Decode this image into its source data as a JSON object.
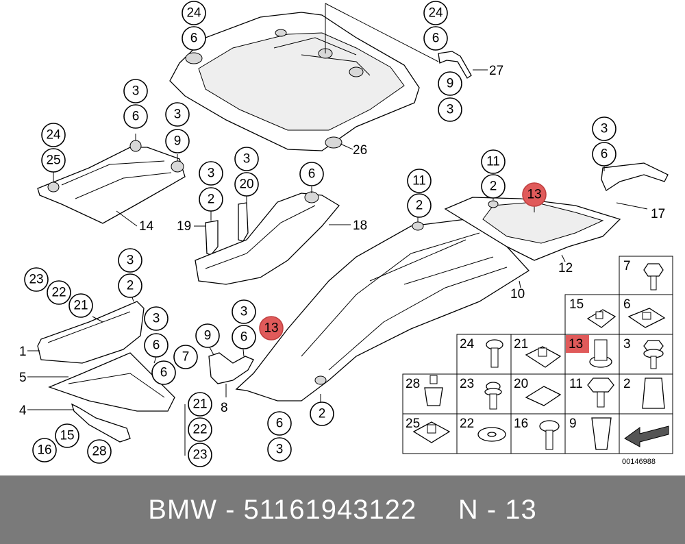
{
  "diagram": {
    "callouts": {
      "c24_top": "24",
      "c6_top": "6",
      "c24_r": "24",
      "c6_r": "6",
      "c9_r": "9",
      "c3_r": "3",
      "c27": "27",
      "c26": "26",
      "c3_a": "3",
      "c6_a": "6",
      "c3_b": "3",
      "c9_b": "9",
      "c24_l": "24",
      "c25_l": "25",
      "c14": "14",
      "c3_c": "3",
      "c2_c": "2",
      "c19": "19",
      "c3_d": "3",
      "c20": "20",
      "c6_e": "6",
      "c18": "18",
      "c11_a": "11",
      "c2_f": "2",
      "c11_b": "11",
      "c2_g": "2",
      "c13_a": "13",
      "c3_h": "3",
      "c6_h": "6",
      "c17": "17",
      "c12": "12",
      "c10": "10",
      "c3_i": "3",
      "c2_i": "2",
      "c23_a": "23",
      "c22_a": "22",
      "c21_a": "21",
      "c1": "1",
      "c3_j": "3",
      "c6_j": "6",
      "c6_k": "6",
      "c7": "7",
      "c5": "5",
      "c9_l": "9",
      "c3_m": "3",
      "c6_m": "6",
      "c13_b": "13",
      "c8": "8",
      "c4": "4",
      "c15": "15",
      "c16": "16",
      "c28": "28",
      "c21_b": "21",
      "c22_b": "22",
      "c23_b": "23",
      "c6_n": "6",
      "c3_n": "3",
      "c2_n": "2"
    },
    "hardware_grid": {
      "labels": [
        "7",
        "15",
        "6",
        "24",
        "21",
        "13",
        "3",
        "28",
        "23",
        "20",
        "11",
        "2",
        "25",
        "22",
        "16",
        "9"
      ]
    },
    "image_id": "00146988"
  },
  "footer": {
    "text": "BMW - 51161943122     N - 13"
  },
  "colors": {
    "highlight": "#e05a5a",
    "footer_bg": "#7a7a7a"
  }
}
